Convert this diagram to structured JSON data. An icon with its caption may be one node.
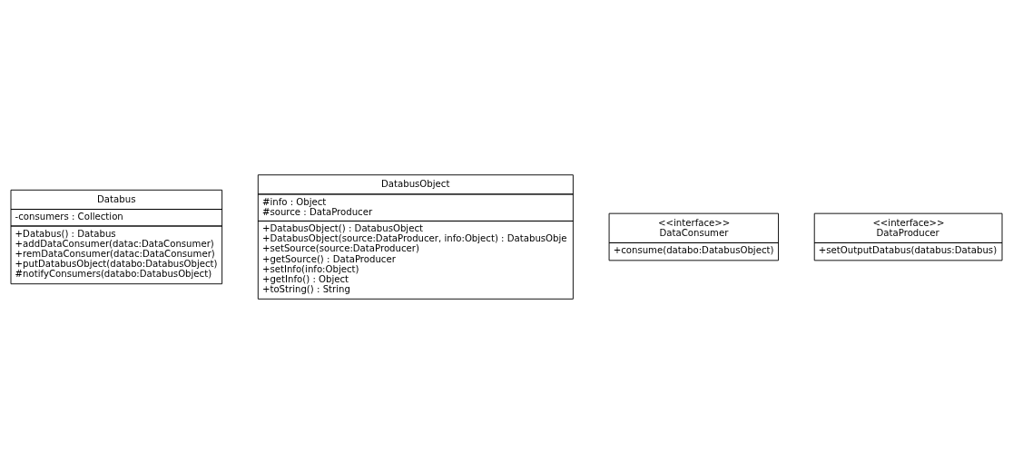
{
  "diagram": {
    "nodes": [
      {
        "text": [
          "Databus",
          "-consumers : Collection",
          "+Databus() : Databus",
          "+addDataConsumer(datac:DataConsumer)",
          "+remDataConsumer(datac:DataConsumer)",
          "+putDatabusObject(databo:DatabusObject)",
          "#notifyConsumers(databo:DatabusObject)"
        ]
      },
      {
        "text": [
          "DatabusObject",
          "#info : Object",
          "#source : DataProducer",
          "+DatabusObject() : DatabusObject",
          "+DatabusObject(source:DataProducer, info:Object) : DatabusObje",
          "+setSource(source:DataProducer)",
          "+getSource() : DataProducer",
          "+setInfo(info:Object)",
          "+getInfo() : Object",
          "+toString() : String"
        ]
      },
      {
        "text": [
          "<<interface>>",
          "DataConsumer",
          "+consume(databo:DatabusObject)"
        ]
      },
      {
        "text": [
          "<<interface>>",
          "DataProducer",
          "+setOutputDatabus(databus:Databus)"
        ]
      }
    ]
  }
}
